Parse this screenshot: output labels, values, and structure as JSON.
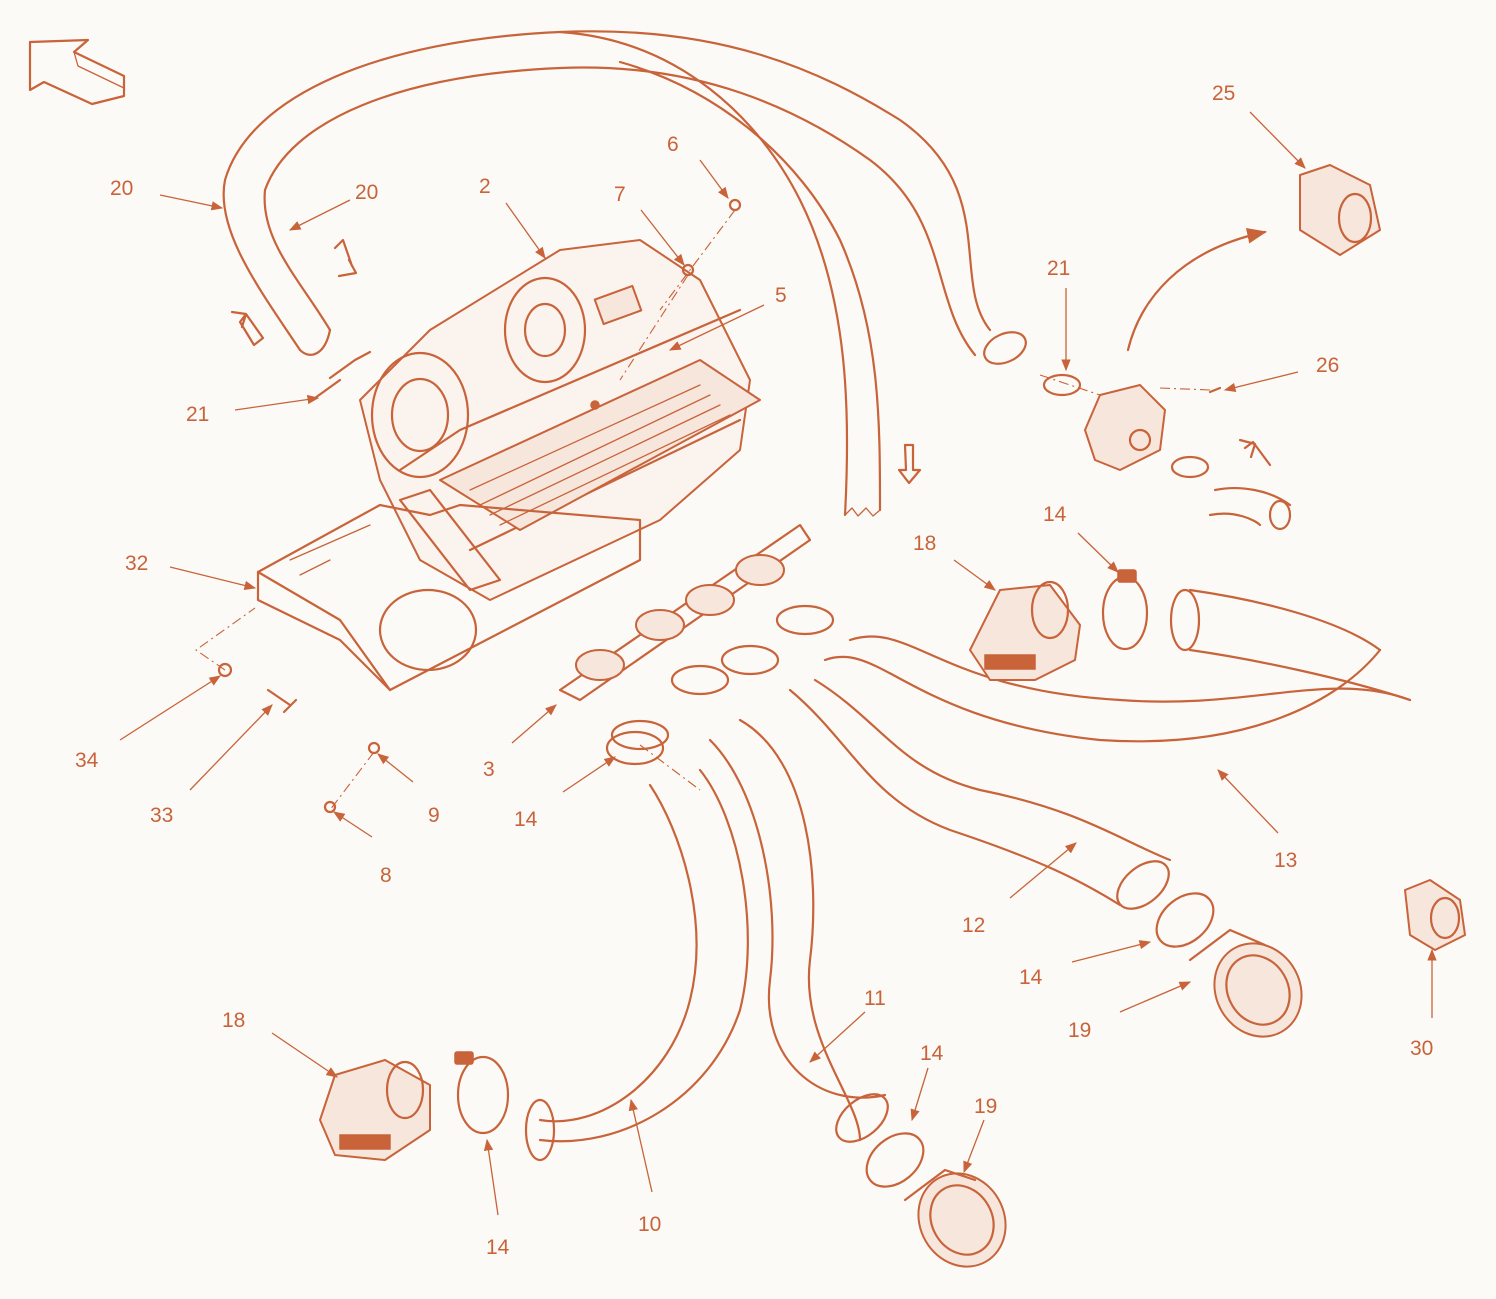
{
  "colors": {
    "line": "#c8633a",
    "background": "#fbfaf6",
    "part_fill": "#f6e6dc"
  },
  "icons": {
    "front_arrow": "front-direction-arrow-icon",
    "airflow": "airflow-arrow-icon"
  },
  "callouts": [
    {
      "id": "c20a",
      "label": "20"
    },
    {
      "id": "c20b",
      "label": "20"
    },
    {
      "id": "c2",
      "label": "2"
    },
    {
      "id": "c7",
      "label": "7"
    },
    {
      "id": "c6",
      "label": "6"
    },
    {
      "id": "c5",
      "label": "5"
    },
    {
      "id": "c21a",
      "label": "21"
    },
    {
      "id": "c32",
      "label": "32"
    },
    {
      "id": "c34",
      "label": "34"
    },
    {
      "id": "c33",
      "label": "33"
    },
    {
      "id": "c9",
      "label": "9"
    },
    {
      "id": "c8",
      "label": "8"
    },
    {
      "id": "c3",
      "label": "3"
    },
    {
      "id": "c14a",
      "label": "14"
    },
    {
      "id": "c25",
      "label": "25"
    },
    {
      "id": "c21b",
      "label": "21"
    },
    {
      "id": "c26",
      "label": "26"
    },
    {
      "id": "c18a",
      "label": "18"
    },
    {
      "id": "c14b",
      "label": "14"
    },
    {
      "id": "c13",
      "label": "13"
    },
    {
      "id": "c12",
      "label": "12"
    },
    {
      "id": "c14c",
      "label": "14"
    },
    {
      "id": "c19a",
      "label": "19"
    },
    {
      "id": "c30",
      "label": "30"
    },
    {
      "id": "c11",
      "label": "11"
    },
    {
      "id": "c14d",
      "label": "14"
    },
    {
      "id": "c19b",
      "label": "19"
    },
    {
      "id": "c18b",
      "label": "18"
    },
    {
      "id": "c14e",
      "label": "14"
    },
    {
      "id": "c10",
      "label": "10"
    }
  ]
}
